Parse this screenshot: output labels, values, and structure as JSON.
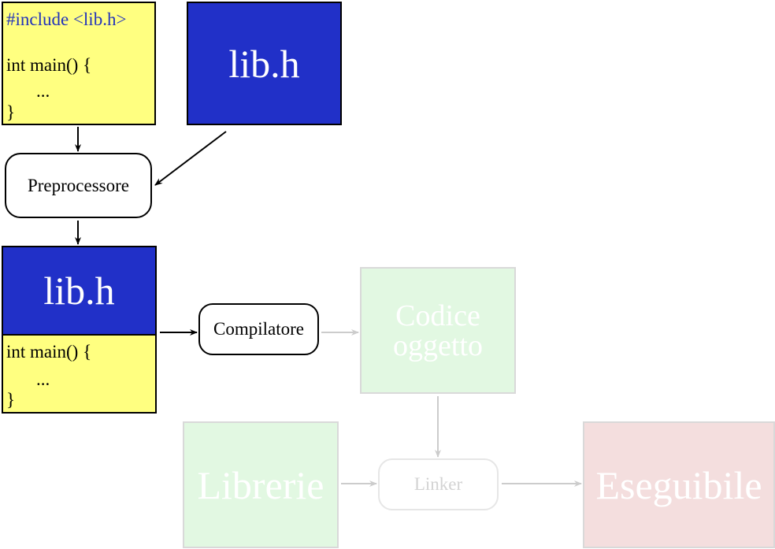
{
  "source_file": {
    "include_line": "#include <lib.h>",
    "main_line": "int main() {",
    "body_line": "...",
    "close_line": "}"
  },
  "header_file": {
    "label": "lib.h"
  },
  "preprocessor": {
    "label": "Preprocessore"
  },
  "preprocessed_file": {
    "header_label": "lib.h",
    "main_line": "int main() {",
    "body_line": "...",
    "close_line": "}"
  },
  "compiler": {
    "label": "Compilatore"
  },
  "object_code": {
    "line1": "Codice",
    "line2": "oggetto"
  },
  "libraries": {
    "label": "Librerie"
  },
  "linker": {
    "label": "Linker"
  },
  "executable": {
    "label": "Eseguibile"
  },
  "colors": {
    "source_bg": "#ffff80",
    "header_bg": "#2130c8",
    "include_text": "#2233bb",
    "faded_green": "#e2f8e2",
    "faded_red": "#f4dede",
    "faded_arrow": "#cccccc"
  }
}
